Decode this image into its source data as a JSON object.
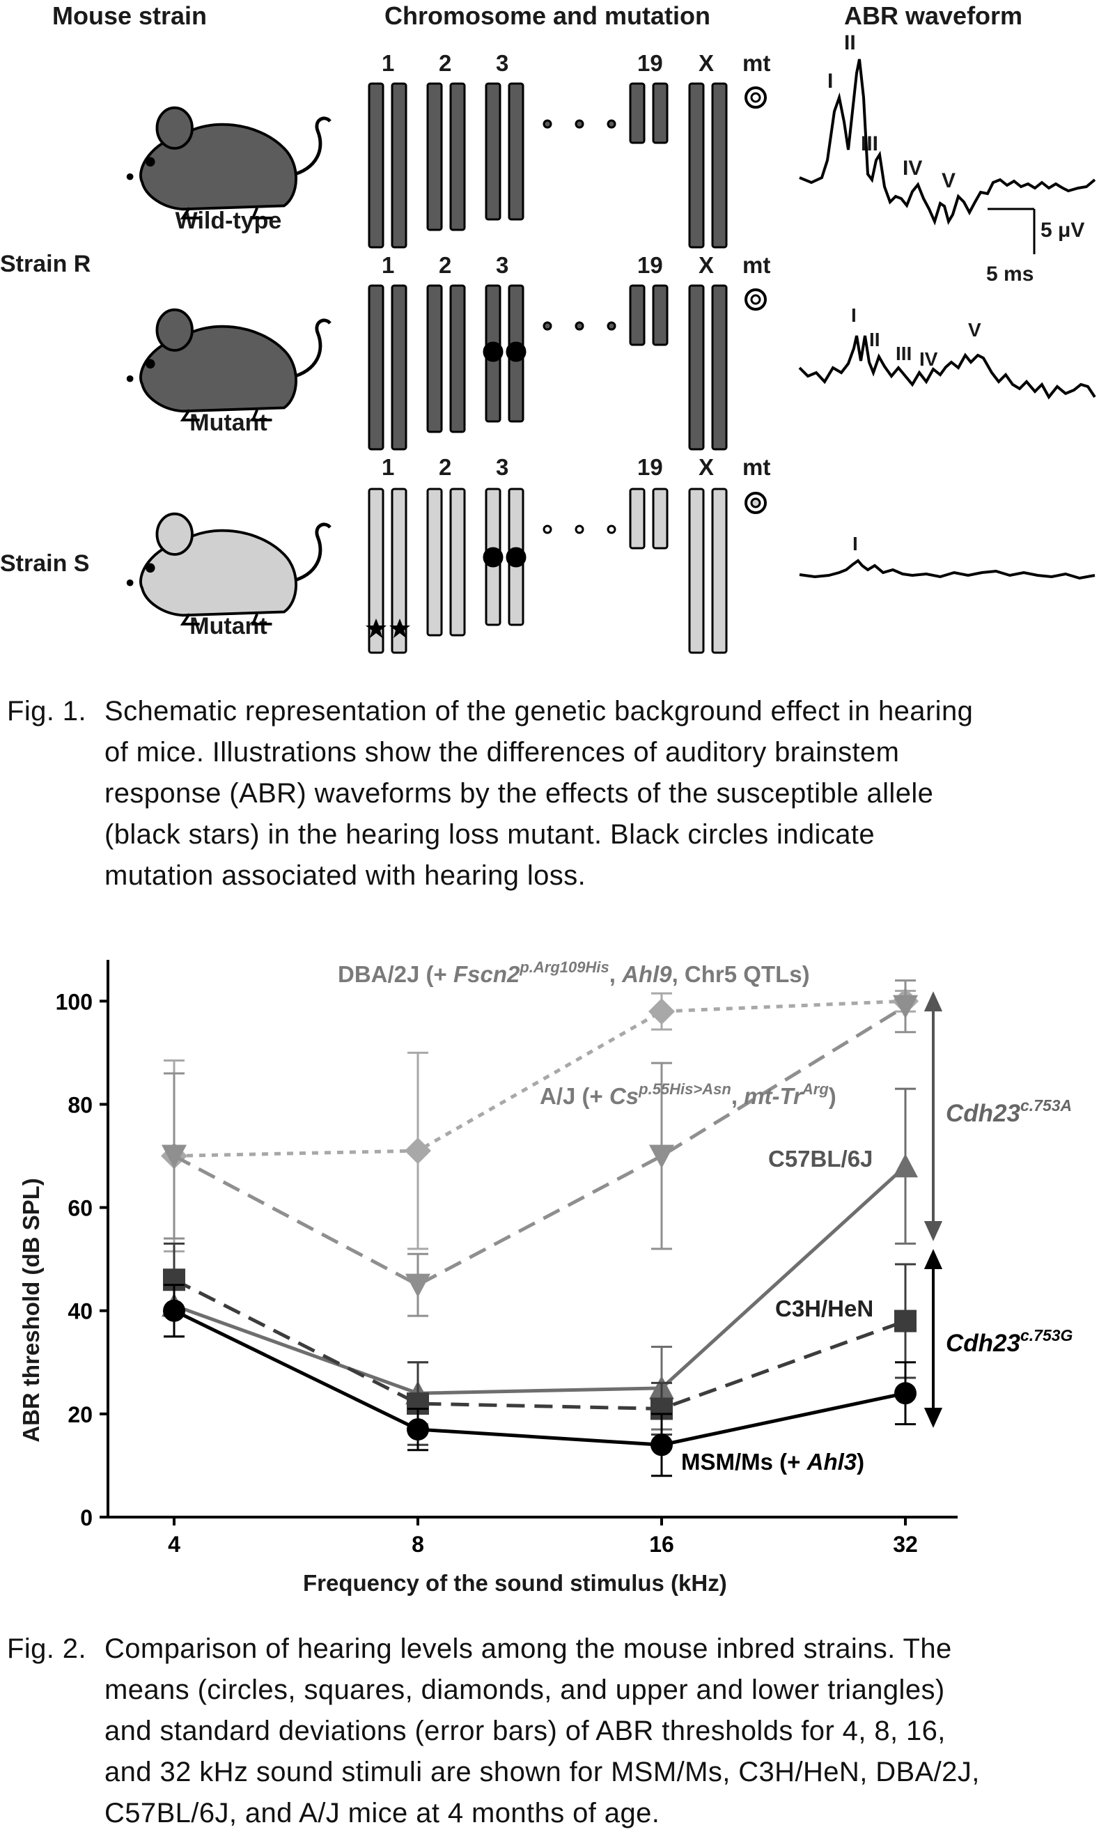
{
  "figure1": {
    "headers": {
      "mouse_strain": "Mouse strain",
      "chromosome": "Chromosome and mutation",
      "abr": "ABR waveform"
    },
    "strain_labels": {
      "r": "Strain R",
      "s": "Strain S"
    },
    "mouse_labels": {
      "wt": "Wild-type",
      "mut_r": "Mutant",
      "mut_s": "Mutant"
    },
    "chromosome_labels": [
      "1",
      "2",
      "3",
      "19",
      "X",
      "mt"
    ],
    "wave_peaks_wt": [
      "I",
      "II",
      "III",
      "IV",
      "V"
    ],
    "wave_peaks_mut_r": [
      "I",
      "II",
      "III",
      "IV",
      "V"
    ],
    "wave_peaks_mut_s": [
      "I"
    ],
    "scale": {
      "voltage": "5 μV",
      "time": "5 ms"
    },
    "caption_num": "Fig. 1.",
    "caption_lines": [
      "Schematic representation of the genetic background effect in hearing",
      "of mice. Illustrations show the differences of auditory brainstem",
      "response (ABR) waveforms by the effects of the susceptible allele",
      "(black stars) in the hearing loss mutant. Black circles indicate",
      "mutation associated with hearing loss."
    ],
    "colors": {
      "dark_gray": "#5a5a5a",
      "light_gray": "#d2d2d2",
      "black": "#000000"
    }
  },
  "figure2": {
    "caption_num": "Fig. 2.",
    "caption_lines": [
      "Comparison of hearing levels among the mouse inbred strains. The",
      "means (circles, squares, diamonds, and upper and lower triangles)",
      "and standard deviations (error bars) of ABR thresholds for 4, 8, 16,",
      "and 32 kHz sound stimuli are shown for MSM/Ms, C3H/HeN, DBA/2J,",
      "C57BL/6J, and A/J mice at 4 months of age."
    ],
    "annotations": {
      "dba_prefix": "DBA/2J (+ ",
      "dba_gene1": "Fscn2",
      "dba_sup": "p.Arg109His",
      "dba_mid": ", ",
      "dba_gene2": "Ahl9",
      "dba_suffix": ", Chr5 QTLs)",
      "aj_prefix": "A/J (+ ",
      "aj_gene1": "Cs",
      "aj_sup1": "p.55His>Asn",
      "aj_mid": ", ",
      "aj_gene2": "mt-Tr",
      "aj_sup2": "Arg",
      "aj_suffix": ")",
      "c57": "C57BL/6J",
      "c3h": "C3H/HeN",
      "msm_prefix": "MSM/Ms (+ ",
      "msm_gene": "Ahl3",
      "msm_suffix": ")",
      "cdh_a_base": "Cdh23",
      "cdh_a_sup": "c.753A",
      "cdh_g_base": "Cdh23",
      "cdh_g_sup": "c.753G"
    }
  },
  "chart_data": {
    "type": "line",
    "xlabel": "Frequency of the sound stimulus (kHz)",
    "ylabel": "ABR threshold (dB SPL)",
    "categories": [
      "4",
      "8",
      "16",
      "32"
    ],
    "ylim": [
      0,
      108
    ],
    "yticks": [
      "0",
      "20",
      "40",
      "60",
      "80",
      "100"
    ],
    "grid": false,
    "series": [
      {
        "name": "DBA/2J",
        "marker": "diamond",
        "color": "#a8a8a8",
        "dash": "dotted",
        "values": [
          70,
          71,
          98,
          100
        ],
        "sd": [
          18.5,
          19,
          3.5,
          2
        ]
      },
      {
        "name": "A/J",
        "marker": "triangle-down",
        "color": "#8f8f8f",
        "dash": "dashed",
        "values": [
          70,
          45,
          70,
          99
        ],
        "sd": [
          16,
          6,
          18,
          5
        ]
      },
      {
        "name": "C57BL/6J",
        "marker": "triangle-up",
        "color": "#6e6e6e",
        "dash": "solid",
        "values": [
          41,
          24,
          25,
          68
        ],
        "sd": [
          6,
          6,
          8,
          15
        ]
      },
      {
        "name": "C3H/HeN",
        "marker": "square",
        "color": "#3c3c3c",
        "dash": "dashed",
        "values": [
          46,
          22,
          21,
          38
        ],
        "sd": [
          7,
          8,
          5,
          11
        ]
      },
      {
        "name": "MSM/Ms",
        "marker": "circle",
        "color": "#000000",
        "dash": "solid",
        "values": [
          40,
          17,
          14,
          24
        ],
        "sd": [
          5,
          4,
          6,
          6
        ]
      }
    ]
  }
}
